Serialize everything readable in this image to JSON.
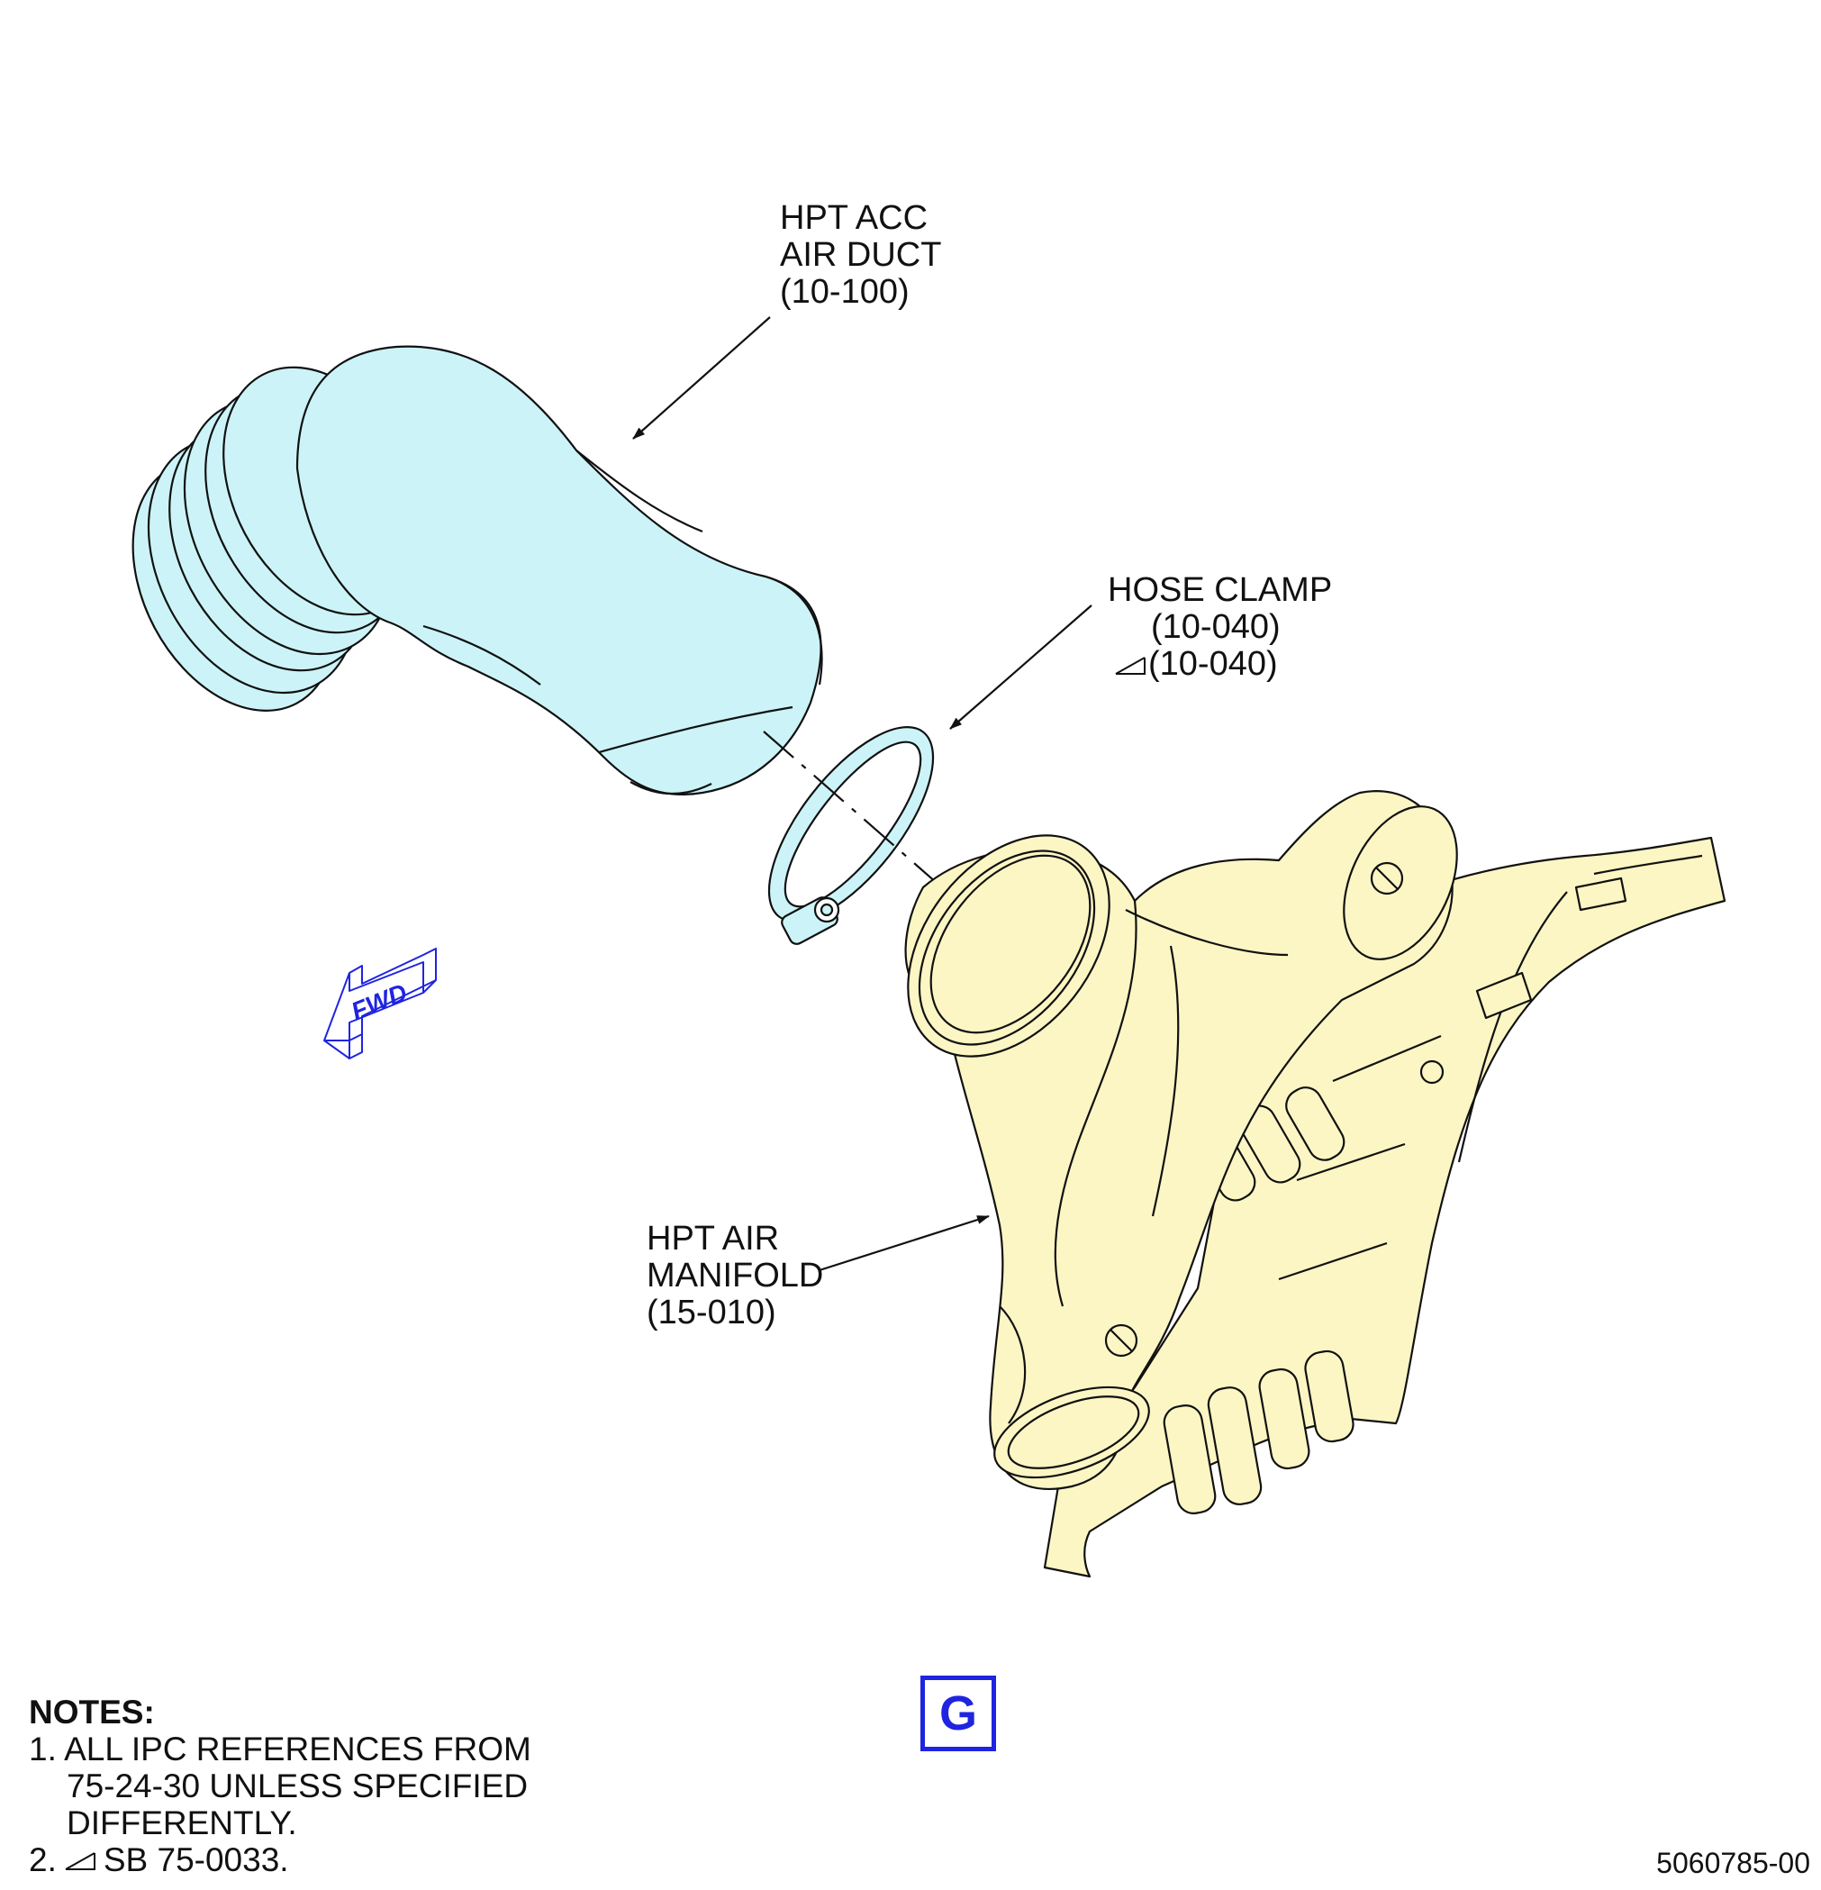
{
  "callouts": {
    "duct": {
      "line1": "HPT ACC",
      "line2": "AIR DUCT",
      "ref": "(10-100)"
    },
    "clamp": {
      "line1": "HOSE CLAMP",
      "ref1": "(10-040)",
      "ref2": "(10-040)"
    },
    "manifold": {
      "line1": "HPT AIR",
      "line2": "MANIFOLD",
      "ref": "(15-010)"
    }
  },
  "fwd_label": "FWD",
  "view_tag": "G",
  "notes": {
    "title": "NOTES:",
    "note1_line1": "1. ALL IPC REFERENCES FROM",
    "note1_line2": "75-24-30 UNLESS SPECIFIED",
    "note1_line3": "DIFFERENTLY.",
    "note2_prefix": "2.",
    "note2_text": "SB 75-0033."
  },
  "figure_number": "5060785-00",
  "colors": {
    "duct_fill": "#ccf4f8",
    "manifold_fill": "#fcf6c4",
    "accent_blue": "#1f24e0",
    "line": "#111111"
  }
}
